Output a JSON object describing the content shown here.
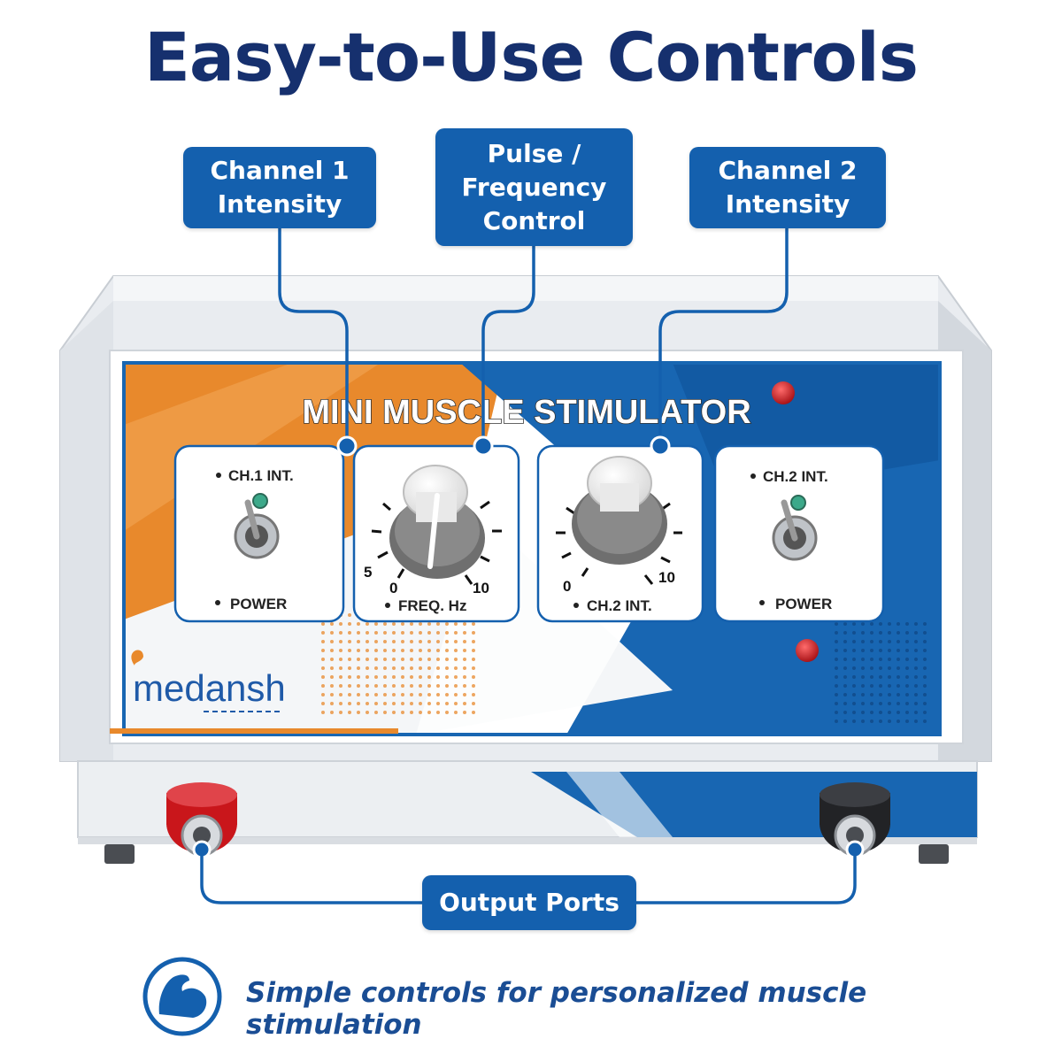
{
  "headline": "Easy-to-Use Controls",
  "callouts": {
    "channel1": [
      "Channel 1",
      "Intensity"
    ],
    "pulse": [
      "Pulse /",
      "Frequency",
      "Control"
    ],
    "channel2": [
      "Channel 2",
      "Intensity"
    ],
    "output": "Output Ports"
  },
  "device": {
    "title": "MINI MUSCLE STIMULATOR",
    "panel1": {
      "top": "CH.1 INT.",
      "bottom": "POWER"
    },
    "panel2": {
      "label": "FREQ. Hz",
      "ticks": [
        "5",
        "0",
        "10"
      ]
    },
    "panel3": {
      "label": "CH.2 INT.",
      "ticks": [
        "0",
        "10"
      ]
    },
    "panel4": {
      "top": "CH.2 INT.",
      "bottom": "POWER"
    },
    "brand": "medansh"
  },
  "footer": {
    "text": "Simple controls for personalized muscle stimulation",
    "icon": "flexed-arm-icon"
  },
  "colors": {
    "navy": "#16306e",
    "blue": "#1460ae",
    "orange": "#e8892c",
    "red": "#c9161b"
  }
}
